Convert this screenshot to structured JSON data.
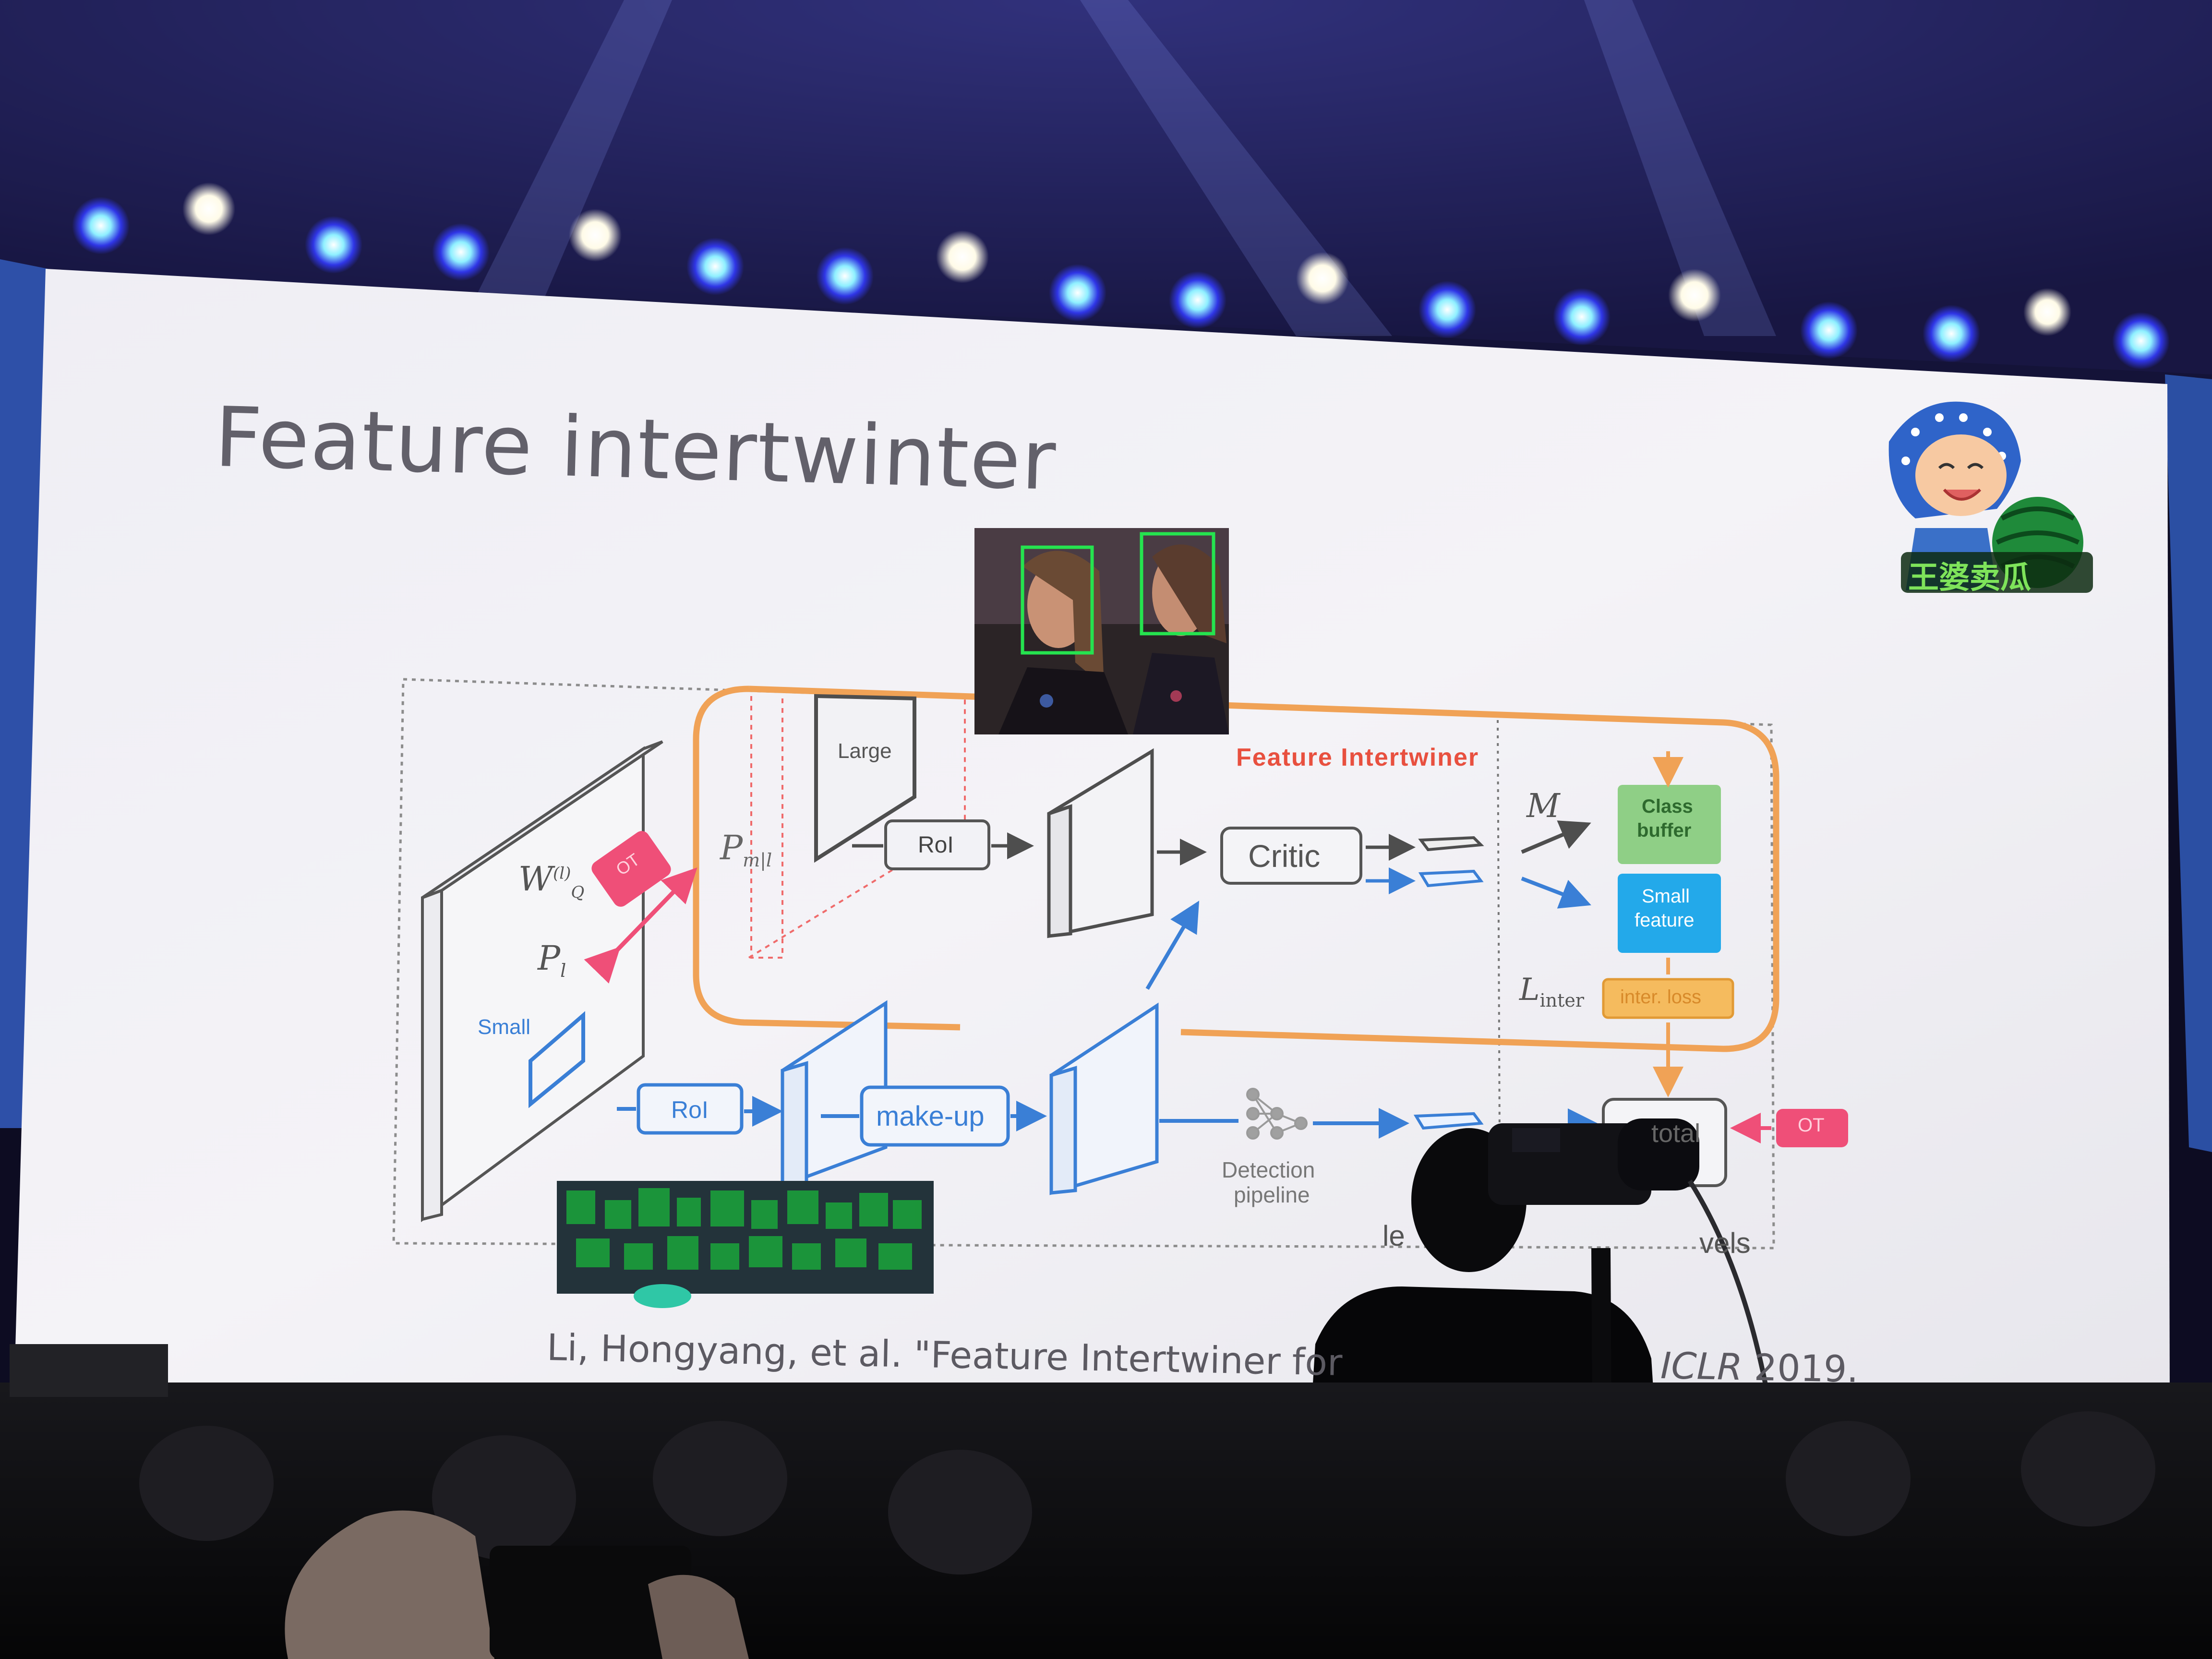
{
  "slide": {
    "title": "Feature intertwinter",
    "citation_start": "Li, Hongyang, et al. \"Feature Intertwiner for",
    "citation_venue": "ICLR",
    "citation_year": " 2019."
  },
  "diagram": {
    "large_label": "Large",
    "small_label": "Small",
    "roi_top": "RoI",
    "roi_bottom": "RoI",
    "makeup": "make-up",
    "critic": "Critic",
    "intertwiner_title": "Feature  Intertwiner",
    "class_buffer": [
      "Class",
      "buffer"
    ],
    "small_feature": [
      "Small",
      "feature"
    ],
    "inter_loss": "inter. loss",
    "detection_pipeline": [
      "Detection",
      "pipeline"
    ],
    "total": "total",
    "ot_left": "OT",
    "ot_right": "OT",
    "weight_symbol": "W",
    "weight_sup": "(l)",
    "weight_sub": "Q",
    "p_l": "P",
    "p_l_sub": "l",
    "p_ml": "P",
    "p_ml_sub": "m|l",
    "m_symbol": "M",
    "l_inter": "L",
    "l_inter_sub": "inter",
    "bottom_left_fragment": "le",
    "bottom_right_fragment": "vels"
  },
  "colors": {
    "orange": "#f0a256",
    "blue": "#3a7fd6",
    "pink": "#ef4f78",
    "green_box": "#8fcf86",
    "cyan_box": "#23a9ea",
    "yellow_box": "#f5bb5e",
    "dark_gray": "#4e4e4e",
    "red_title": "#e8503f",
    "face_box": "#25e34f"
  },
  "mascot": {
    "chinese_text": "王婆卖瓜"
  }
}
